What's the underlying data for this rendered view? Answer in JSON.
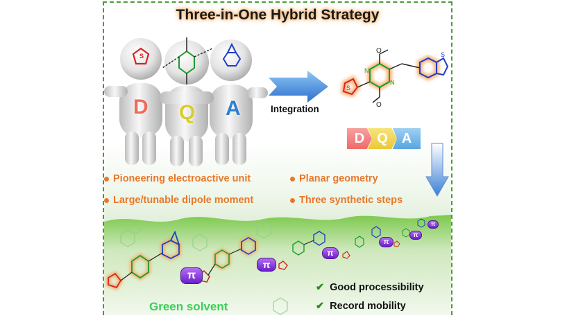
{
  "title": "Three-in-One Hybrid Strategy",
  "figures": {
    "left_letter": "D",
    "middle_letter": "Q",
    "right_letter": "A",
    "left_color": "#f06a5a",
    "middle_color": "#e3d94a",
    "right_color": "#2f7fd0"
  },
  "arrow_label": "Integration",
  "molecule": {
    "methoxy_top": "O",
    "methoxy_bottom": "O",
    "atom_n": "N",
    "atom_s": "S"
  },
  "dqa_chips": [
    {
      "label": "D",
      "color": "#f27a7a"
    },
    {
      "label": "Q",
      "color": "#f2d94a"
    },
    {
      "label": "A",
      "color": "#6fb6e8"
    }
  ],
  "bullets": [
    "Pioneering electroactive unit",
    "Planar geometry",
    "Large/tunable dipole moment",
    "Three synthetic steps"
  ],
  "polymer_pi": [
    "π",
    "π",
    "π",
    "π",
    "π",
    "π"
  ],
  "green_solvent": "Green solvent",
  "checks": [
    "Good processibility",
    "Record mobility"
  ],
  "colors": {
    "bullet_orange": "#e8782a",
    "frame_green": "#4a9a3a",
    "ground_green": "#6fbe44",
    "arrow_blue": "#3b7fd6"
  }
}
